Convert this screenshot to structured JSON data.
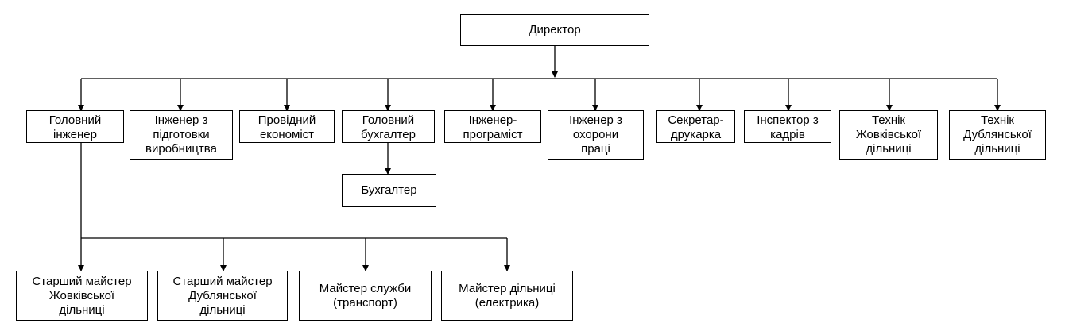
{
  "org_chart": {
    "director": "Директор",
    "level1": [
      "Головний\nінженер",
      "Інженер з\nпідготовки\nвиробництва",
      "Провідний\nекономіст",
      "Головний\nбухгалтер",
      "Інженер-\nпрограміст",
      "Інженер з\nохорони\nпраці",
      "Секретар-\nдрукарка",
      "Інспектор з\nкадрів",
      "Технік\nЖовківської\nдільниці",
      "Технік\nДублянської\nдільниці"
    ],
    "accountant": "Бухгалтер",
    "level2": [
      "Старший майстер\nЖовківської\nдільниці",
      "Старший майстер\nДублянської\nдільниці",
      "Майстер служби\n(транспорт)",
      "Майстер дільниці\n(електрика)"
    ]
  }
}
